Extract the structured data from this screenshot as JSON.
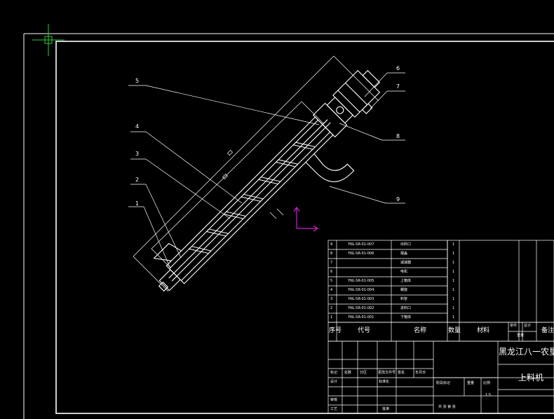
{
  "callouts": [
    "1",
    "2",
    "3",
    "4",
    "5",
    "6",
    "7",
    "8",
    "9"
  ],
  "bom_rows": [
    {
      "no": "9",
      "code": "YNL-SR-01-007",
      "name": "出料口",
      "qty": "1"
    },
    {
      "no": "8",
      "code": "YNL-SR-01-006",
      "name": "端盖",
      "qty": "1"
    },
    {
      "no": "7",
      "code": "",
      "name": "减速器",
      "qty": "1"
    },
    {
      "no": "6",
      "code": "",
      "name": "电机",
      "qty": "1"
    },
    {
      "no": "5",
      "code": "YNL-SR-01-005",
      "name": "上箱体",
      "qty": "1"
    },
    {
      "no": "4",
      "code": "YNL-SR-01-004",
      "name": "螺旋",
      "qty": "1"
    },
    {
      "no": "3",
      "code": "YNL-SR-01-003",
      "name": "料管",
      "qty": "1"
    },
    {
      "no": "2",
      "code": "YNL-SR-01-002",
      "name": "进料口",
      "qty": "1"
    },
    {
      "no": "1",
      "code": "YNL-SR-01-001",
      "name": "下箱体",
      "qty": "1"
    }
  ],
  "bom_header": {
    "no": "序号",
    "code": "代号",
    "name": "名称",
    "qty": "数量",
    "material": "材料",
    "unit_weight": "单件",
    "total_weight": "总计",
    "weight": "重量",
    "note": "备注"
  },
  "title_block": {
    "school": "黑龙江八一农垦大学",
    "drawing_name": "上料机",
    "rows_left": [
      "标记",
      "处数",
      "分区",
      "更改文件号",
      "签名",
      "年月日"
    ],
    "design": "设计",
    "standardize": "标准化",
    "review": "审核",
    "process": "工艺",
    "approve": "批准",
    "stage": "阶段标记",
    "weight": "重量",
    "scale": "比例",
    "scale_value": "1:5",
    "sheets": "共 张 第 张"
  }
}
